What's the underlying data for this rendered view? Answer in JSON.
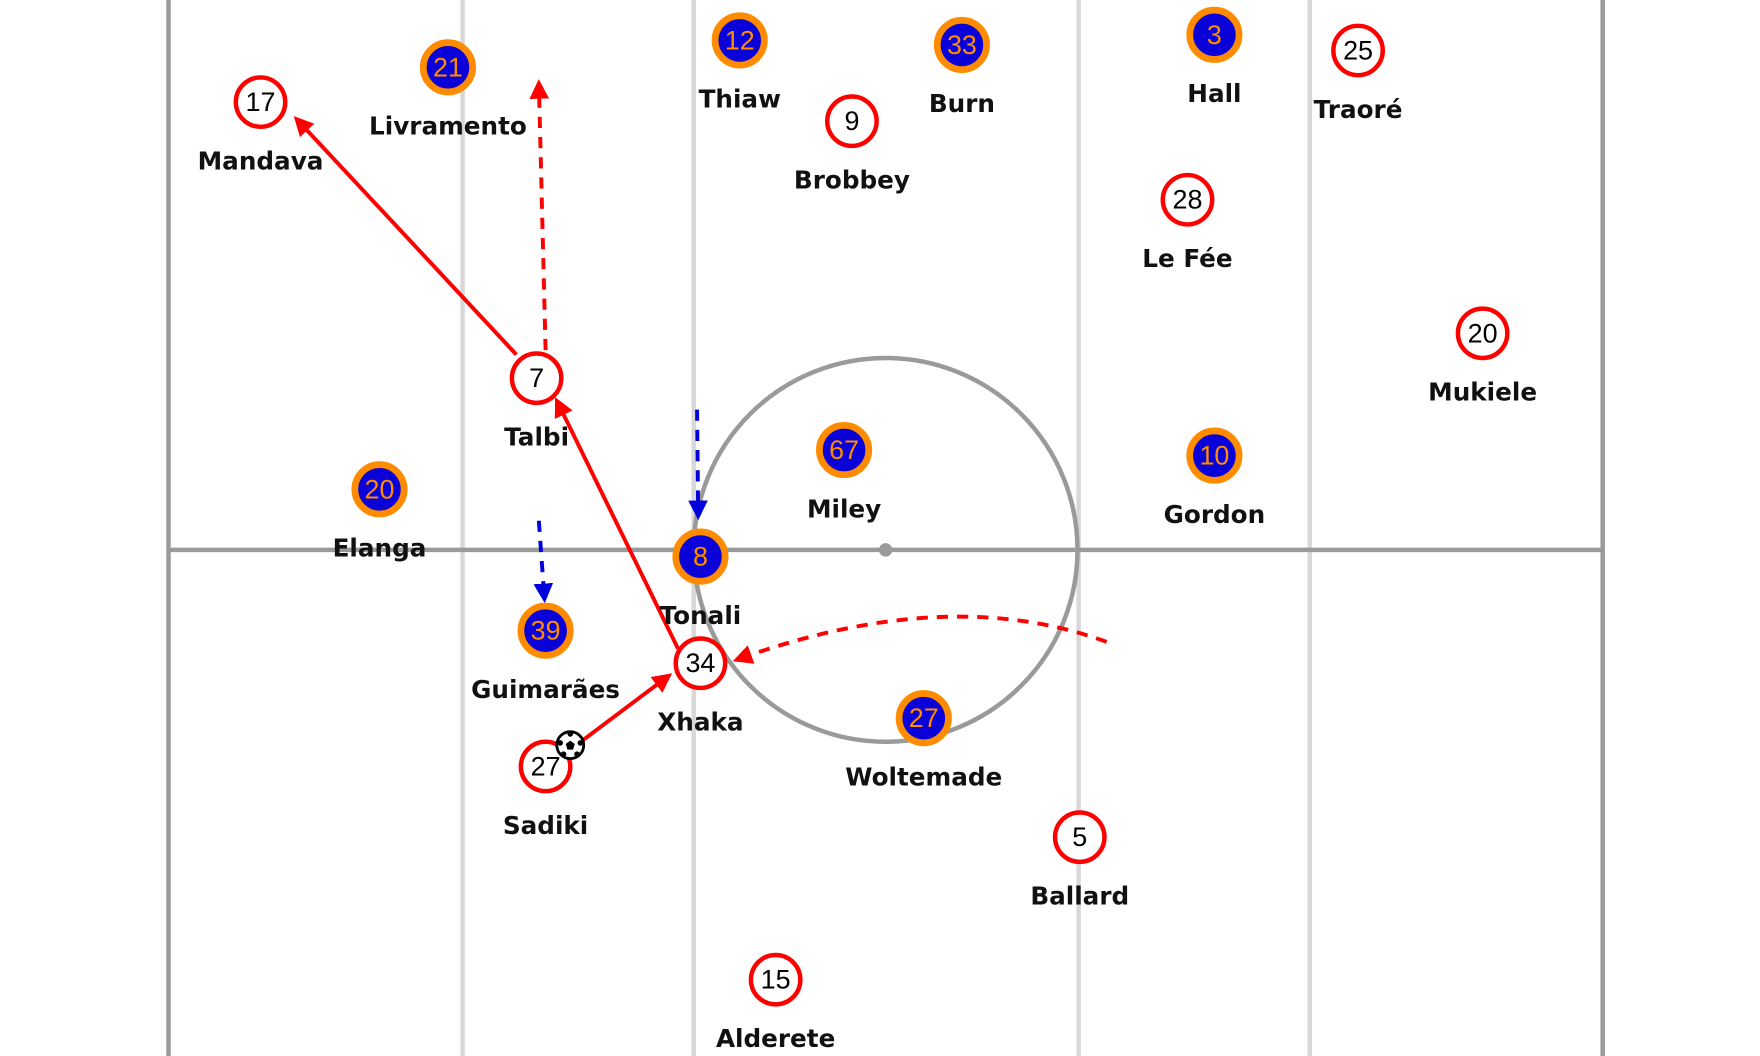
{
  "colors": {
    "home_ring": "#ff0000",
    "home_fill": "#ffffff",
    "home_num": "#000000",
    "away_ring": "#ff8c00",
    "away_fill": "#0a00d8",
    "away_num": "#ff8c00",
    "pitch_line": "#9a9a9a",
    "zone_line": "#d8d8d8",
    "pass": "#ff0000",
    "press": "#0000dd"
  },
  "home_players": [
    {
      "number": "17",
      "name": "Mandava"
    },
    {
      "number": "9",
      "name": "Brobbey"
    },
    {
      "number": "25",
      "name": "Traoré"
    },
    {
      "number": "28",
      "name": "Le Fée"
    },
    {
      "number": "20",
      "name": "Mukiele"
    },
    {
      "number": "7",
      "name": "Talbi"
    },
    {
      "number": "34",
      "name": "Xhaka"
    },
    {
      "number": "27",
      "name": "Sadiki"
    },
    {
      "number": "5",
      "name": "Ballard"
    },
    {
      "number": "15",
      "name": "Alderete"
    }
  ],
  "away_players": [
    {
      "number": "21",
      "name": "Livramento"
    },
    {
      "number": "12",
      "name": "Thiaw"
    },
    {
      "number": "33",
      "name": "Burn"
    },
    {
      "number": "3",
      "name": "Hall"
    },
    {
      "number": "67",
      "name": "Miley"
    },
    {
      "number": "10",
      "name": "Gordon"
    },
    {
      "number": "20",
      "name": "Elanga"
    },
    {
      "number": "8",
      "name": "Tonali"
    },
    {
      "number": "39",
      "name": "Guimarães"
    },
    {
      "number": "27",
      "name": "Woltemade"
    }
  ],
  "ball_carrier": "Sadiki"
}
